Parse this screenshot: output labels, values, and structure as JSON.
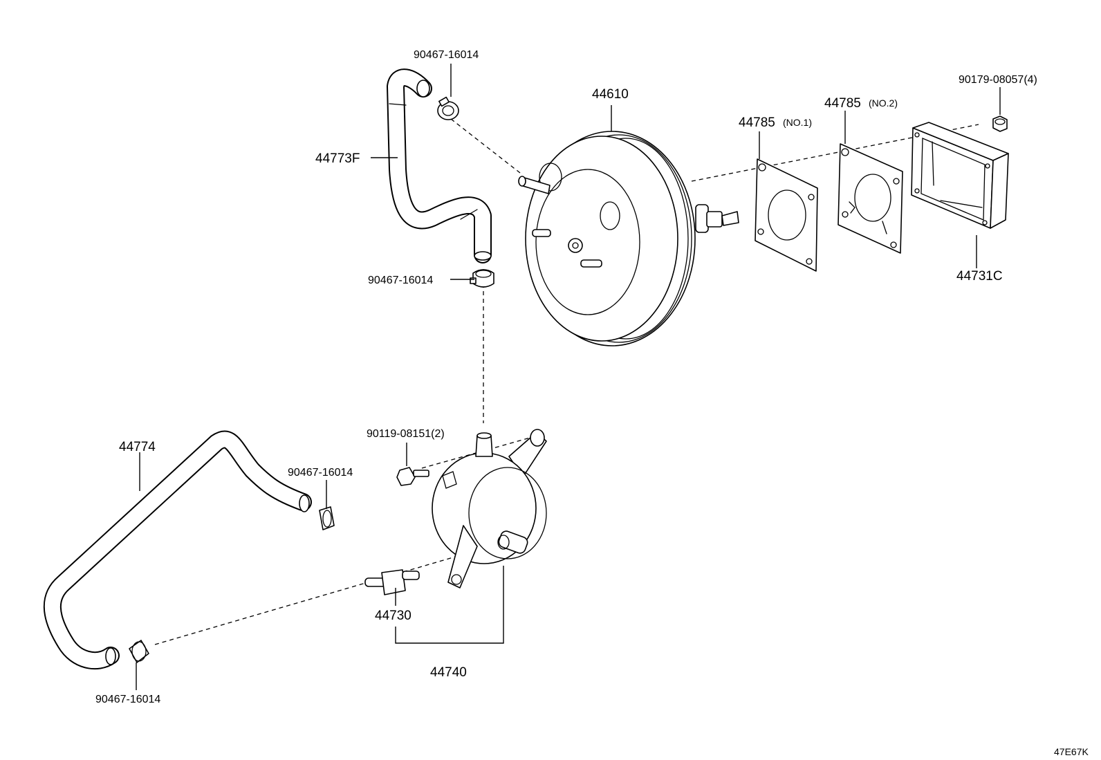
{
  "diagram_code": "47E67K",
  "labels": {
    "brake_booster": "44610",
    "gasket_no1": "44785",
    "gasket_no1_note": "(NO.1)",
    "gasket_no2": "44785",
    "gasket_no2_note": "(NO.2)",
    "nut": "90179-08057(4)",
    "spacer_box": "44731C",
    "clip_top": "90467-16014",
    "hose_upper": "44773F",
    "clip_mid": "90467-16014",
    "bolt": "90119-08151(2)",
    "hose_lower": "44774",
    "clip_lower_right": "90467-16014",
    "check_valve": "44730",
    "vacuum_tank_assy": "44740",
    "clip_bottom": "90467-16014"
  }
}
